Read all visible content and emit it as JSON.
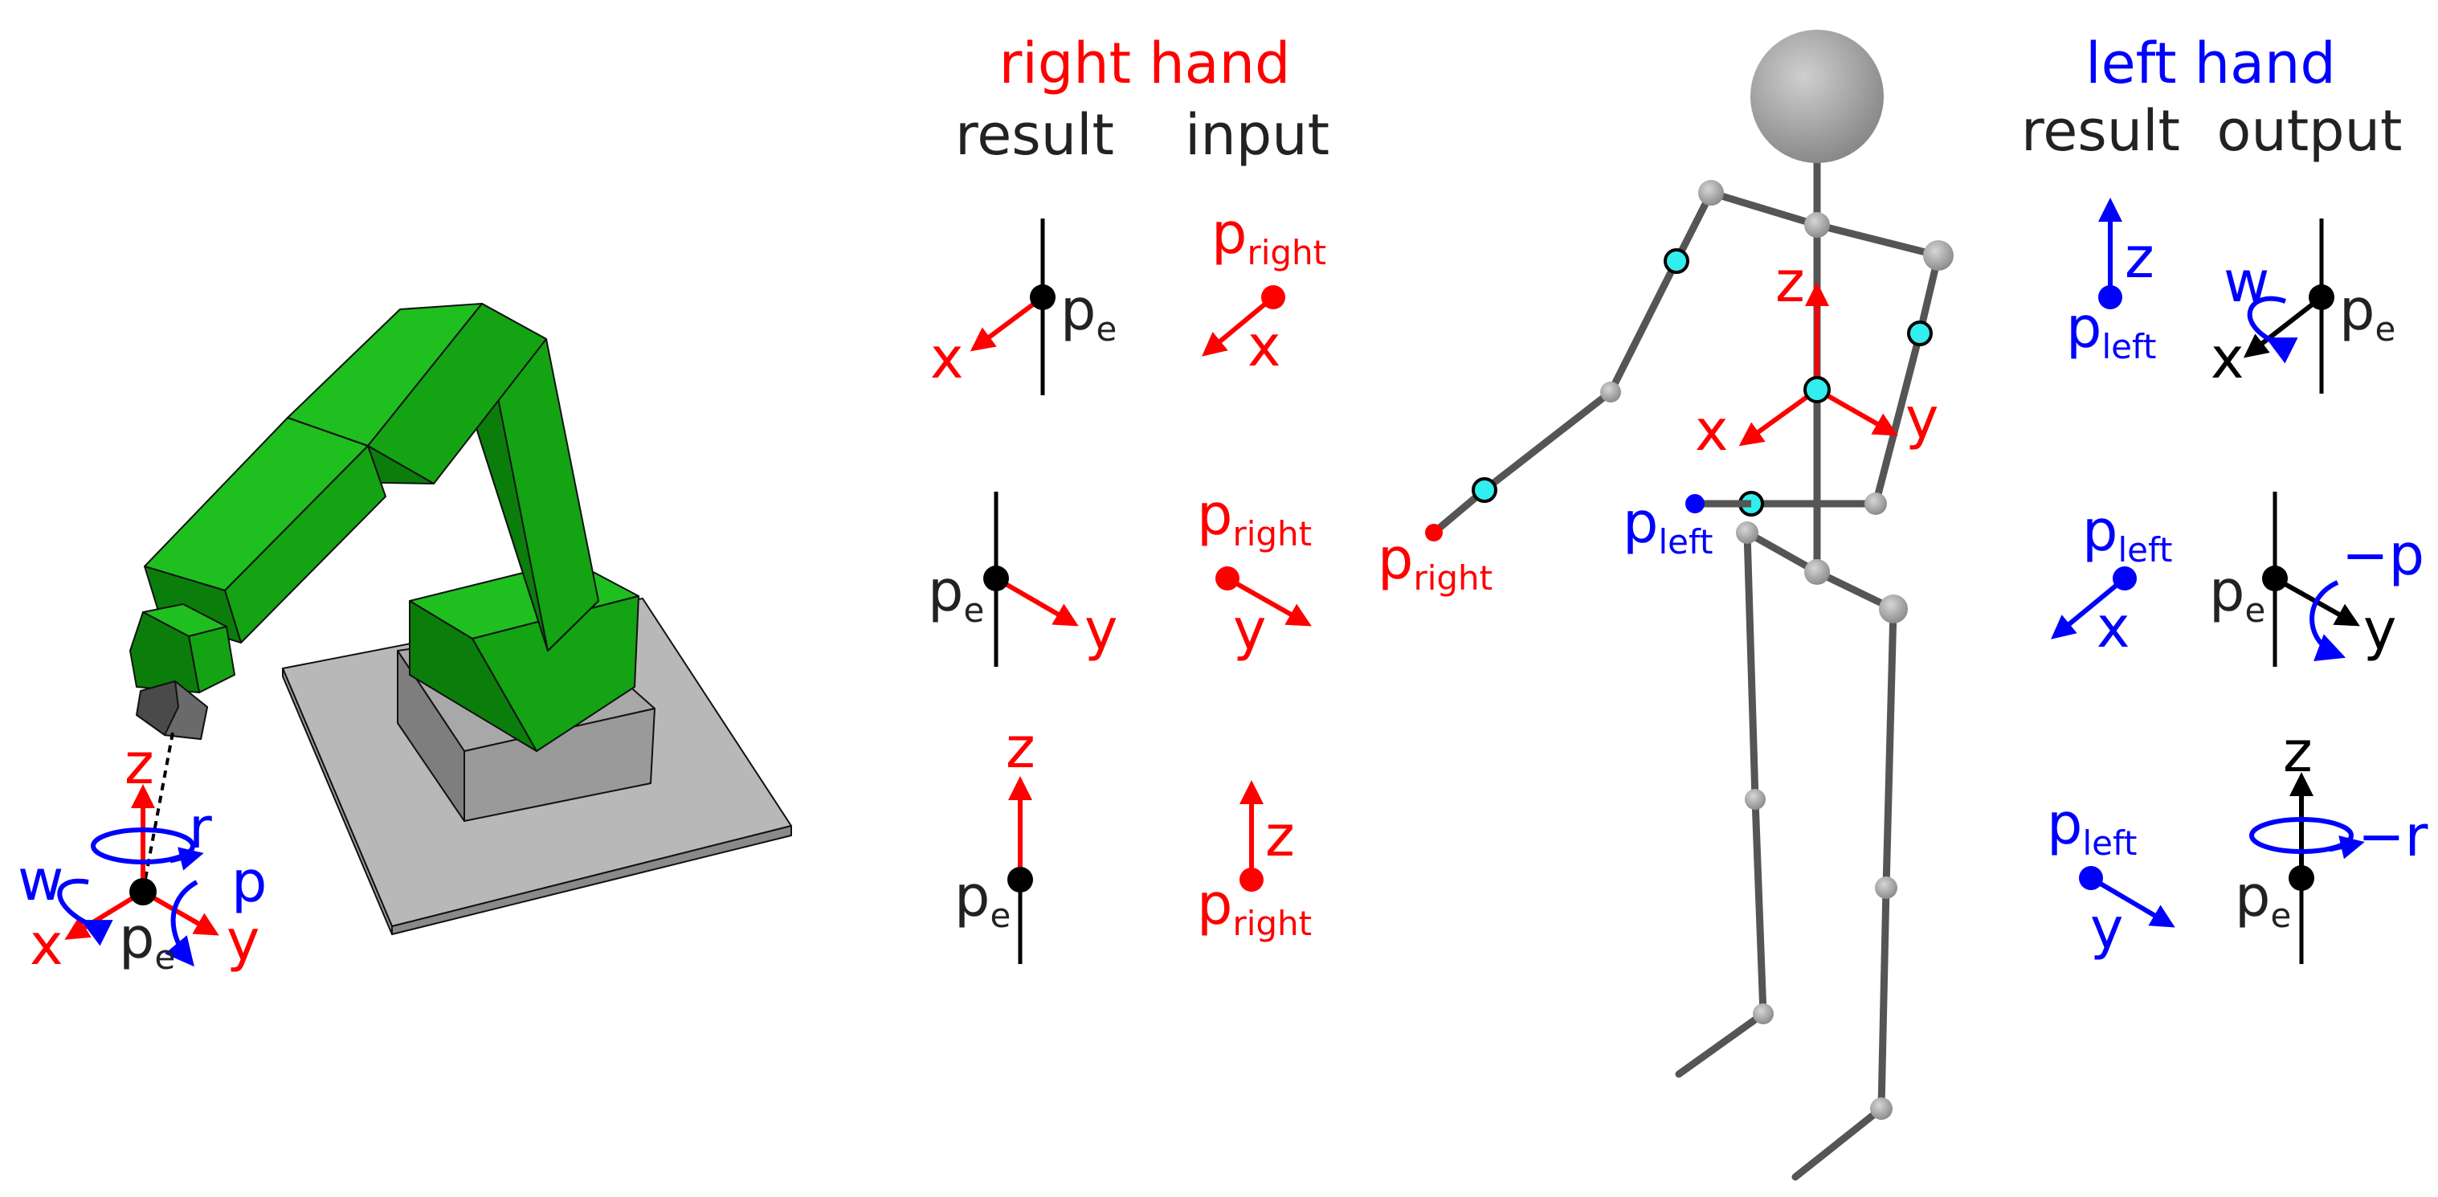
{
  "colors": {
    "red": "#ff0000",
    "blue": "#0000ff",
    "black": "#000000",
    "text_dark": "#222222",
    "green": "#13a313",
    "green_dark": "#0b7d0b",
    "green_light": "#1fbf1f",
    "base_gray": "#bdbdbd",
    "skeleton": "#555555",
    "joint": "#9a9a9a",
    "cyan": "#33eeee"
  },
  "headers": {
    "right_hand": "right hand",
    "left_hand": "left hand",
    "right_result": "result",
    "right_input": "input",
    "left_result": "result",
    "left_output": "output"
  },
  "labels": {
    "x": "x",
    "y": "y",
    "z": "z",
    "w": "w",
    "p": "p",
    "r": "r",
    "neg_p": "−p",
    "neg_r": "−r",
    "p_base": "p",
    "sub_e": "e",
    "sub_right": "right",
    "sub_left": "left"
  },
  "icons": {
    "robot": "robot-arm-icon",
    "human": "human-skeleton-icon"
  }
}
